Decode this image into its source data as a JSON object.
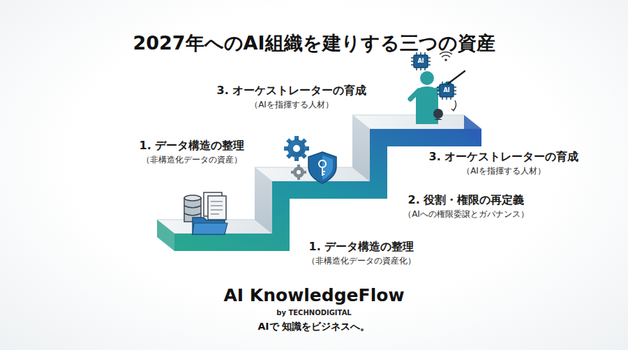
{
  "diagram": {
    "title": "2027年へのAI組織を建りする三つの資産",
    "labels": [
      "3. オーケストレーターの育成",
      "（AIを指揮する人材）",
      "1. データ構造の整理",
      "（非構造化データの資産）",
      "3. オーケストレーターの育成",
      "（AIを指揮する人材）",
      "2. 役割・権限の再定義",
      "（AIへの権限委譲とガバナンス）",
      "1. データ構造の整理",
      "（非構造化データの資産化）",
      "AI",
      "AI",
      "AI KnowledgeFlow",
      "by TECHNODIGITAL",
      "AIで 知識をビジネスへ。"
    ]
  }
}
